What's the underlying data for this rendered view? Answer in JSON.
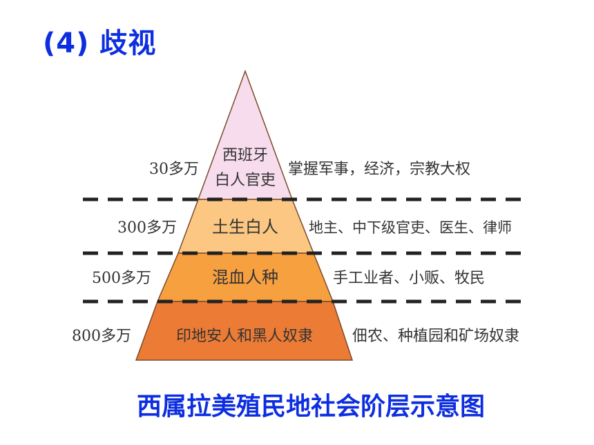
{
  "heading": "(4) 歧视",
  "caption": "西属拉美殖民地社会阶层示意图",
  "colors": {
    "accent_text": "#0d2ee0",
    "tier1": "#f6dcec",
    "tier2": "#fbc782",
    "tier3": "#f7a040",
    "tier4": "#ec7b35",
    "outline": "#7a4a2a",
    "dash": "#222222"
  },
  "tiers": [
    {
      "population": "30多万",
      "group_line1": "西班牙",
      "group_line2": "白人官吏",
      "role": "掌握军事，经济，宗教大权"
    },
    {
      "population": "300多万",
      "group": "土生白人",
      "role": "地主、中下级官吏、医生、律师"
    },
    {
      "population": "500多万",
      "group": "混血人种",
      "role": "手工业者、小贩、牧民"
    },
    {
      "population": "800多万",
      "group": "印地安人和黑人奴隶",
      "role": "佃农、种植园和矿场奴隶"
    }
  ]
}
